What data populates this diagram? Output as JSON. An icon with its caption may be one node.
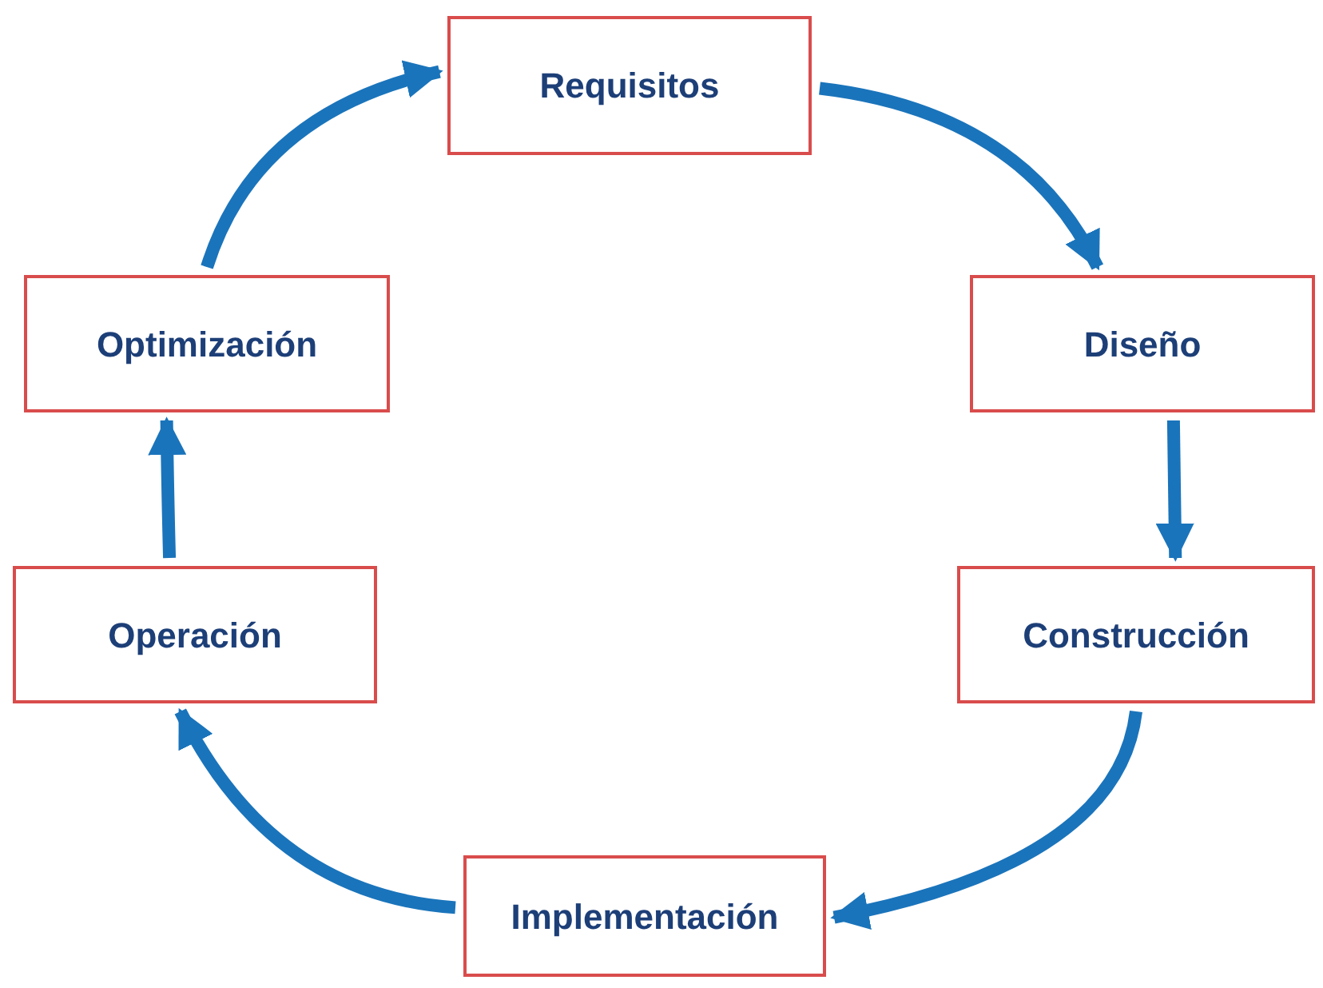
{
  "diagram": {
    "nodes": [
      {
        "text": [
          "Requisitos"
        ]
      },
      {
        "text": [
          "Diseño"
        ]
      },
      {
        "text": [
          "Construcción"
        ]
      },
      {
        "text": [
          "Implementación"
        ]
      },
      {
        "text": [
          "Operación"
        ]
      },
      {
        "text": [
          "Optimización"
        ]
      }
    ],
    "edges": [
      {
        "from": 0,
        "to": 1,
        "arrow": "to"
      },
      {
        "from": 1,
        "to": 2,
        "arrow": "to"
      },
      {
        "from": 2,
        "to": 3,
        "arrow": "to"
      },
      {
        "from": 3,
        "to": 4,
        "arrow": "to"
      },
      {
        "from": 4,
        "to": 5,
        "arrow": "to"
      },
      {
        "from": 5,
        "to": 0,
        "arrow": "to"
      }
    ]
  }
}
